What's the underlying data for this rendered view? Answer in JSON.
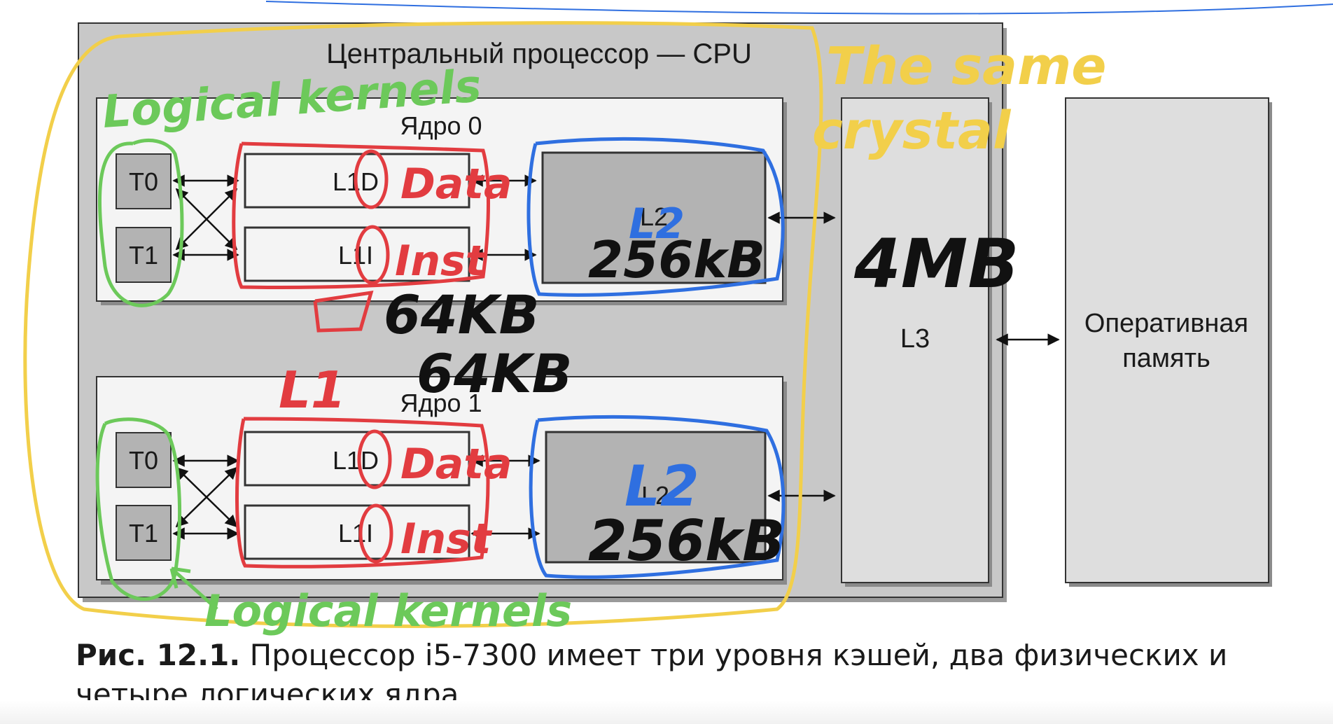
{
  "diagram": {
    "cpu_title": "Центральный процессор — CPU",
    "cores": [
      {
        "label": "Ядро 0",
        "threads": [
          "T0",
          "T1"
        ],
        "l1d": "L1D",
        "l1i": "L1I",
        "l2": "L2"
      },
      {
        "label": "Ядро 1",
        "threads": [
          "T0",
          "T1"
        ],
        "l1d": "L1D",
        "l1i": "L1I",
        "l2": "L2"
      }
    ],
    "l3": "L3",
    "ram": {
      "line1": "Оперативная",
      "line2": "память"
    }
  },
  "annotations": {
    "logical_kernels_top": "Logical kernels",
    "logical_kernels_bottom": "Logical kernels",
    "same_crystal": [
      "The same",
      "crystal"
    ],
    "data": "Data",
    "inst": "Inst",
    "l1_mark": "L1",
    "l1_size_1": "64KB",
    "l1_size_2": "64KB",
    "l2_mark": "L2",
    "l2_size": "256kB",
    "l3_size": "4MB",
    "colors": {
      "green": "#6cc95a",
      "red": "#e23c40",
      "blue": "#2f6fe0",
      "yellow": "#f2cf4a",
      "ink": "#111111",
      "cpu_box": "#c8c8c8",
      "core_box": "#f4f4f4",
      "dark_block": "#b3b3b3"
    }
  },
  "caption": {
    "label": "Рис. 12.1.",
    "text": " Процессор i5-7300 имеет три уровня кэшей, два физических и четыре логических ядра"
  }
}
